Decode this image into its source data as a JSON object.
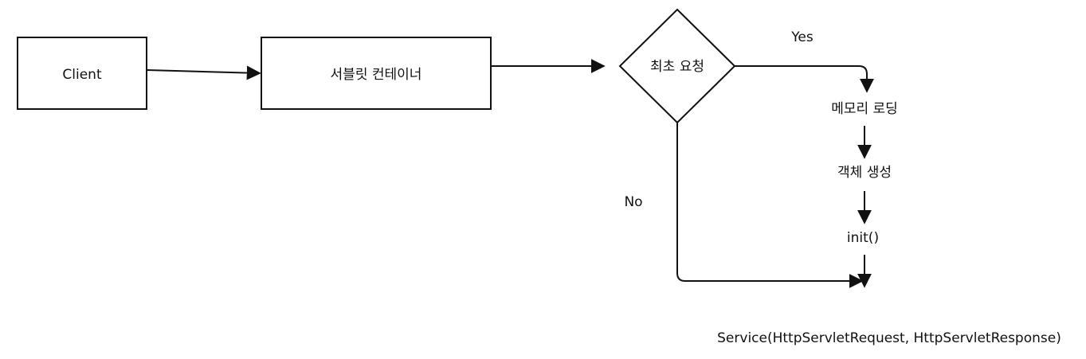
{
  "nodes": {
    "client": "Client",
    "container": "서블릿 컨테이너",
    "decision": "최초 요청",
    "memory_loading": "메모리 로딩",
    "object_creation": "객체 생성",
    "init": "init()",
    "service": "Service(HttpServletRequest, HttpServletResponse)"
  },
  "edges": {
    "yes": "Yes",
    "no": "No"
  }
}
